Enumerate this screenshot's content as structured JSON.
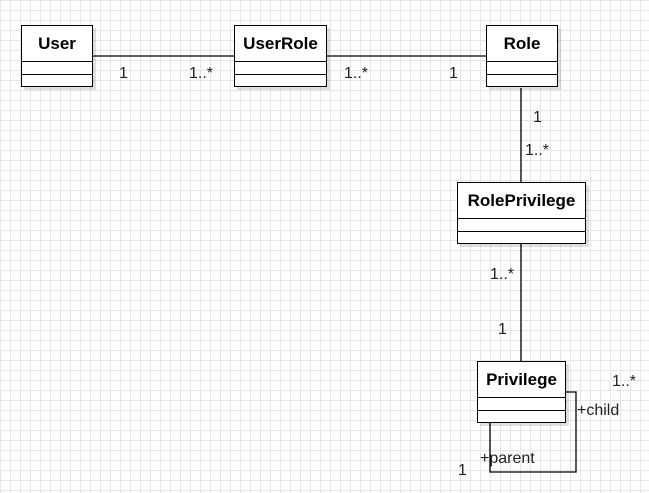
{
  "classes": {
    "user": {
      "name": "User"
    },
    "user_role": {
      "name": "UserRole"
    },
    "role": {
      "name": "Role"
    },
    "role_privilege": {
      "name": "RolePrivilege"
    },
    "privilege": {
      "name": "Privilege"
    }
  },
  "associations": {
    "user_userrole": {
      "user_end": "1",
      "userrole_end": "1..*"
    },
    "userrole_role": {
      "userrole_end": "1..*",
      "role_end": "1"
    },
    "role_roleprivilege": {
      "role_end": "1",
      "roleprivilege_end": "1..*"
    },
    "roleprivilege_privilege": {
      "roleprivilege_end": "1..*",
      "privilege_end": "1"
    },
    "privilege_self": {
      "child_multiplicity": "1..*",
      "child_role": "+child",
      "parent_role": "+parent",
      "parent_multiplicity": "1"
    }
  }
}
